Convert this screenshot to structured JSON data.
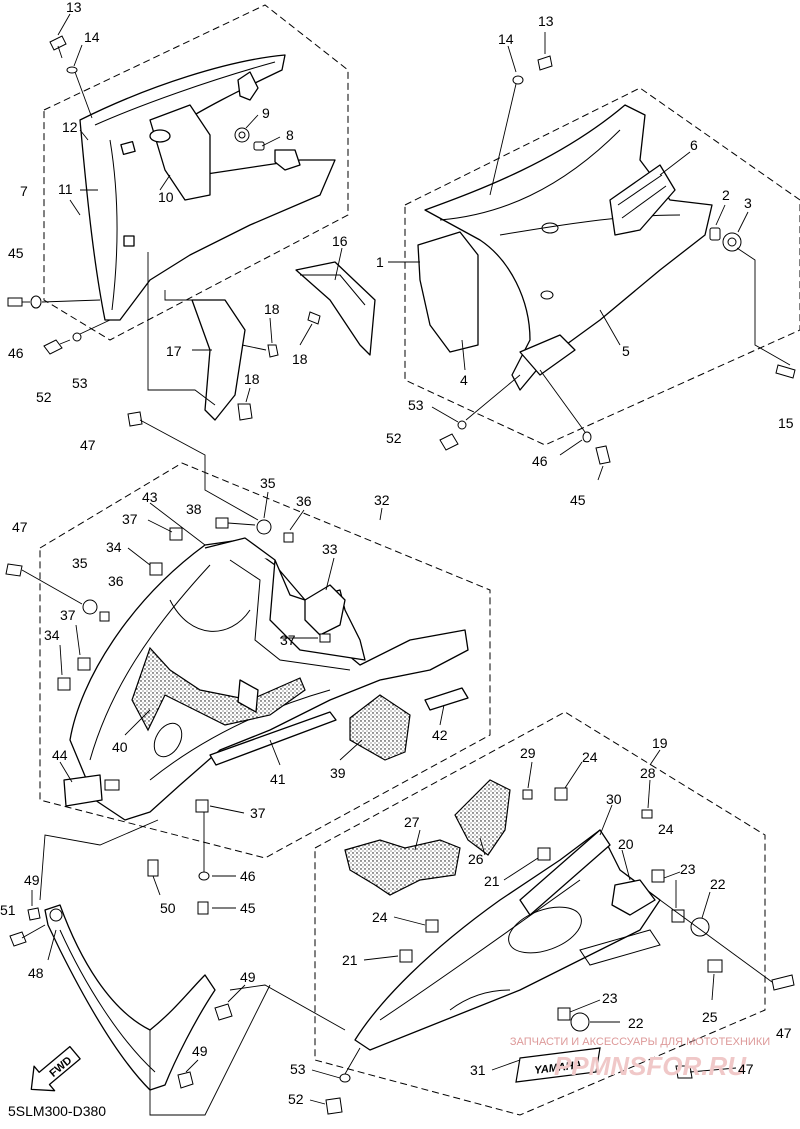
{
  "diagram_code": "5SLM300-D380",
  "fwd_label": "FWD",
  "brand_label": "YAMAHA",
  "watermark": {
    "tagline": "ЗАПЧАСТИ И АКСЕССУАРЫ ДЛЯ МОТОТЕХНИКИ",
    "site": "PPMNSFOR.RU"
  },
  "callouts": {
    "c1": "1",
    "c2": "2",
    "c3": "3",
    "c4": "4",
    "c5": "5",
    "c6": "6",
    "c7": "7",
    "c8": "8",
    "c9": "9",
    "c10": "10",
    "c11": "11",
    "c12": "12",
    "c13a": "13",
    "c13b": "13",
    "c14a": "14",
    "c14b": "14",
    "c15": "15",
    "c16": "16",
    "c17": "17",
    "c18a": "18",
    "c18b": "18",
    "c18c": "18",
    "c19": "19",
    "c20": "20",
    "c21a": "21",
    "c21b": "21",
    "c22a": "22",
    "c22b": "22",
    "c23a": "23",
    "c23b": "23",
    "c24a": "24",
    "c24b": "24",
    "c24c": "24",
    "c25": "25",
    "c26": "26",
    "c27": "27",
    "c28": "28",
    "c29": "29",
    "c30": "30",
    "c31": "31",
    "c32": "32",
    "c33": "33",
    "c34a": "34",
    "c34b": "34",
    "c35a": "35",
    "c35b": "35",
    "c36a": "36",
    "c36b": "36",
    "c37a": "37",
    "c37b": "37",
    "c37c": "37",
    "c37d": "37",
    "c38": "38",
    "c39": "39",
    "c40": "40",
    "c41": "41",
    "c42": "42",
    "c43": "43",
    "c44": "44",
    "c45a": "45",
    "c45b": "45",
    "c45c": "45",
    "c46a": "46",
    "c46b": "46",
    "c46c": "46",
    "c47a": "47",
    "c47b": "47",
    "c47c": "47",
    "c47d": "47",
    "c48": "48",
    "c49a": "49",
    "c49b": "49",
    "c49c": "49",
    "c50": "50",
    "c51": "51",
    "c52a": "52",
    "c52b": "52",
    "c52c": "52",
    "c53a": "53",
    "c53b": "53",
    "c53c": "53"
  }
}
